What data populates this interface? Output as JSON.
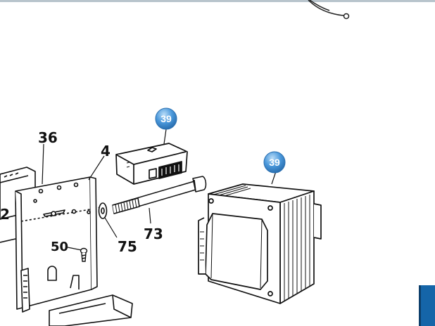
{
  "callouts": [
    {
      "id": "callout-a",
      "label": "39"
    },
    {
      "id": "callout-b",
      "label": "39"
    }
  ],
  "part_labels": {
    "p36": "36",
    "p4": "4",
    "p2": "2",
    "p73": "73",
    "p75": "75",
    "p50": "50"
  },
  "colors": {
    "callout_fill": "#3d8fd6",
    "callout_highlight": "#8fc4f0",
    "line_art": "#111111",
    "corner_tab": "#1565a8"
  }
}
